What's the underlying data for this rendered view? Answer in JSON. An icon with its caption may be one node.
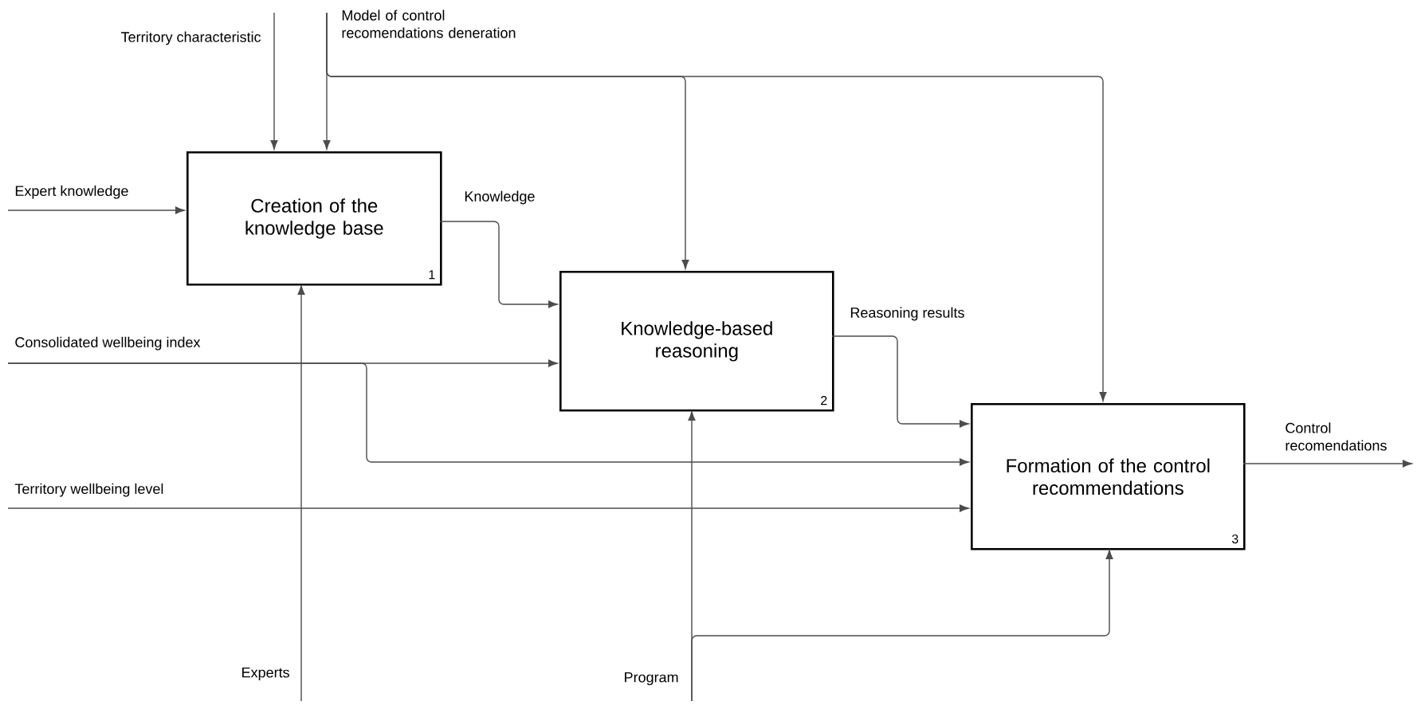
{
  "diagram": {
    "nodes": [
      {
        "text": [
          "Creation of the knowledge base",
          "1"
        ]
      },
      {
        "text": [
          "Knowledge-based reasoning",
          "2"
        ]
      },
      {
        "text": [
          "Formation of the control recommendations",
          "3"
        ]
      },
      {
        "text": [
          "Territory characteristic"
        ]
      },
      {
        "text": [
          "Model of control recomendations deneration"
        ]
      },
      {
        "text": [
          "Expert knowledge"
        ]
      },
      {
        "text": [
          "Consolidated wellbeing index"
        ]
      },
      {
        "text": [
          "Territory wellbeing level"
        ]
      },
      {
        "text": [
          "Experts"
        ]
      },
      {
        "text": [
          "Program"
        ]
      },
      {
        "text": [
          "Control recomendations"
        ]
      }
    ],
    "edges": [
      {
        "from": 3,
        "to": 0,
        "arrow": "to"
      },
      {
        "from": 4,
        "to": 0,
        "arrow": "to"
      },
      {
        "from": 4,
        "to": 1,
        "arrow": "to"
      },
      {
        "from": 4,
        "to": 2,
        "arrow": "to"
      },
      {
        "from": 5,
        "to": 0,
        "arrow": "to"
      },
      {
        "from": 0,
        "to": 1,
        "arrow": "to",
        "label": "Knowledge"
      },
      {
        "from": 6,
        "to": 1,
        "arrow": "to"
      },
      {
        "from": 6,
        "to": 2,
        "arrow": "to"
      },
      {
        "from": 1,
        "to": 2,
        "arrow": "to",
        "label": "Reasoning results"
      },
      {
        "from": 7,
        "to": 2,
        "arrow": "to"
      },
      {
        "from": 8,
        "to": 0,
        "arrow": "to"
      },
      {
        "from": 9,
        "to": 1,
        "arrow": "to"
      },
      {
        "from": 9,
        "to": 2,
        "arrow": "to"
      },
      {
        "from": 2,
        "to": 10,
        "arrow": "to"
      }
    ]
  }
}
